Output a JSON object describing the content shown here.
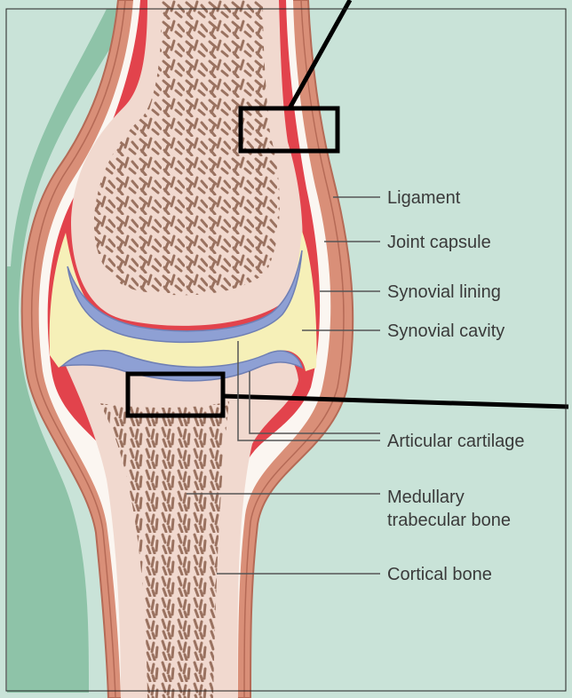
{
  "labels": {
    "ligament": "Ligament",
    "joint_capsule": "Joint capsule",
    "synovial_lining": "Synovial lining",
    "synovial_cavity": "Synovial cavity",
    "articular_cartilage": "Articular cartilage",
    "medullary_line1": "Medullary",
    "medullary_line2": "trabecular bone",
    "cortical_bone": "Cortical bone"
  },
  "colors": {
    "background": "#c9e3d8",
    "frame_left_band": "#8ec3a8",
    "ligament": "#d98f78",
    "ligament_line": "#b56a56",
    "capsule_white": "#fbf6f1",
    "synovial_red": "#e2434c",
    "synovial_fluid": "#f6f0b8",
    "cartilage": "#8ea0d4",
    "bone": "#f1d9cf",
    "trabecular": "#9a7260",
    "leader_line": "#555555",
    "zoom_box": "#000000"
  }
}
